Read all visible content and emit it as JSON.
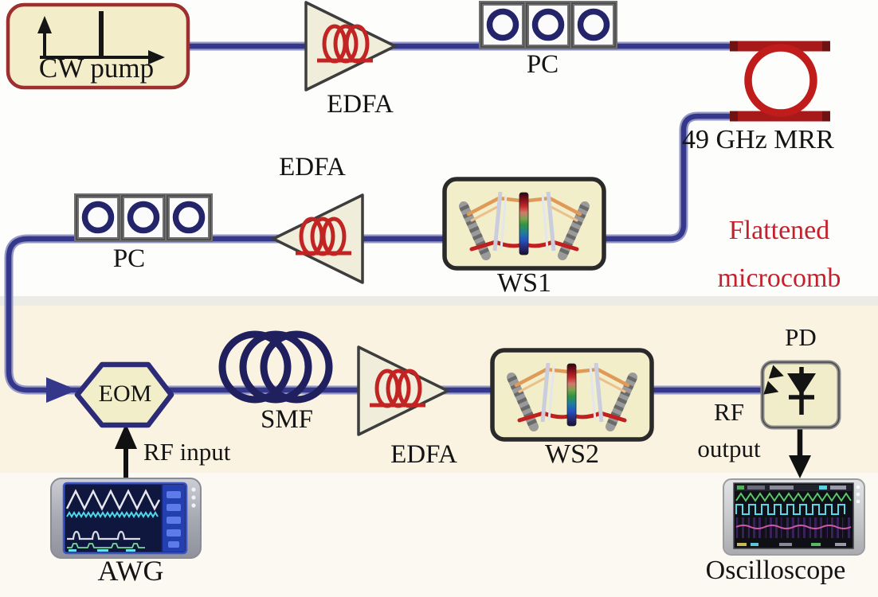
{
  "figure": {
    "type": "microwave-photonics-experimental-setup",
    "stages": {
      "pump": {
        "cw_pump": "CW pump",
        "edfa": "EDFA",
        "pc": "PC",
        "mrr": "49 GHz MRR"
      },
      "comb_shaping": {
        "ws1": "WS1",
        "edfa": "EDFA",
        "pc": "PC",
        "annotation_line1": "Flattened",
        "annotation_line2": "microcomb"
      },
      "signal_path": {
        "eom": "EOM",
        "smf": "SMF",
        "rf_input": "RF input",
        "edfa": "EDFA",
        "ws2": "WS2",
        "pd": "PD",
        "rf_output_line1": "RF",
        "rf_output_line2": "output",
        "awg": "AWG",
        "oscilloscope": "Oscilloscope"
      }
    },
    "colors": {
      "fiber_core": "#35378a",
      "fiber_halo": "#9598c6",
      "mrr_red": "#c01c1c",
      "component_fill": "#f2eeca",
      "cw_box_border": "#9e2f2f",
      "pc_ring": "#24246a",
      "annotation_red": "#c5202c",
      "text": "#141414"
    }
  }
}
